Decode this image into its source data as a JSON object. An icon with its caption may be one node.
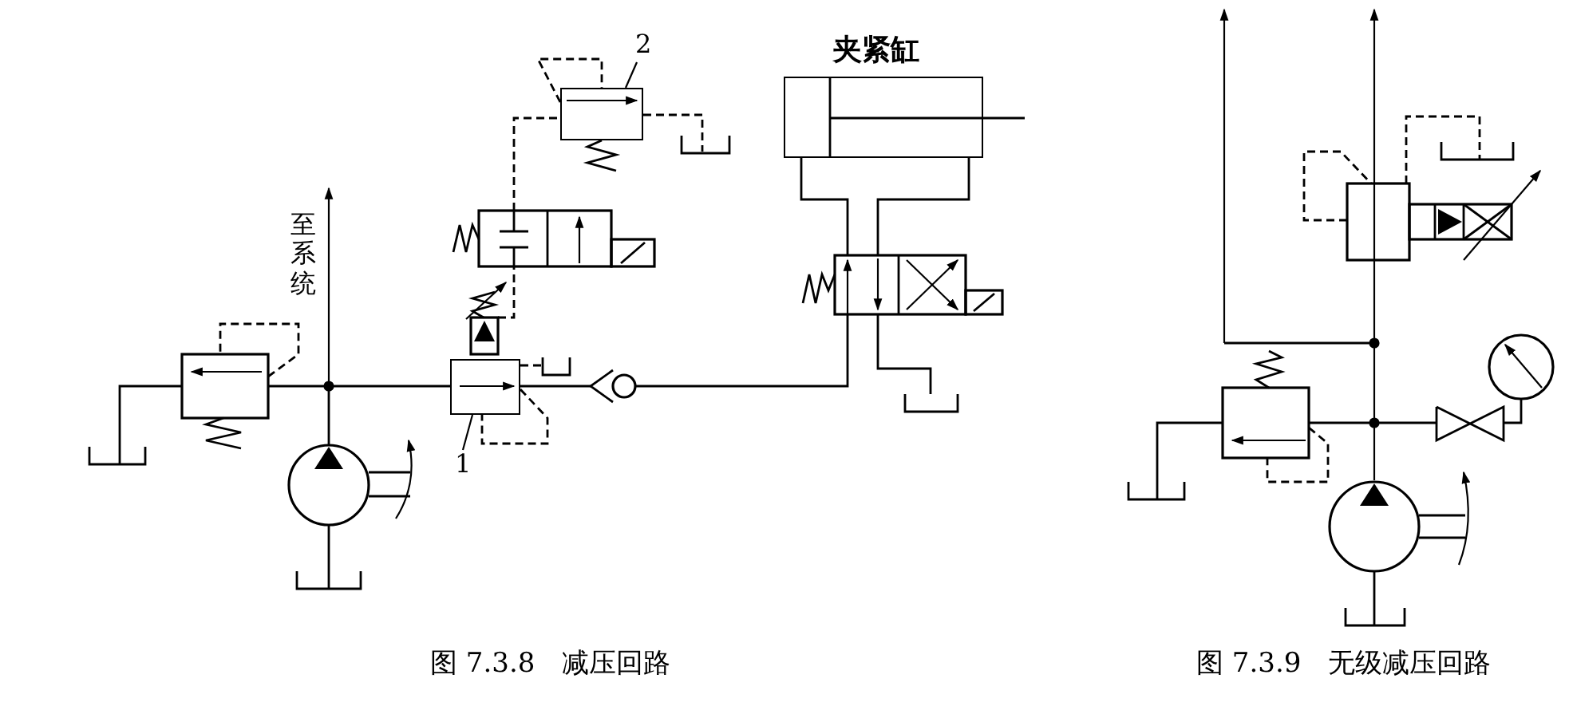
{
  "diagram": {
    "nodes": [
      {
        "text": [
          "1"
        ]
      },
      {
        "text": [],
        "shape": "box"
      },
      {
        "text": [
          "2"
        ]
      },
      {
        "text": [],
        "shape": "box"
      },
      {
        "text": [
          "夹紧缸"
        ]
      }
    ],
    "edges": [
      {
        "from": 0,
        "to": 1,
        "arrow": "none"
      },
      {
        "from": 2,
        "to": 3,
        "arrow": "none"
      }
    ],
    "labels": [
      "至系统",
      "图 7.3.8　减压回路",
      "图 7.3.9　无级减压回路"
    ]
  }
}
